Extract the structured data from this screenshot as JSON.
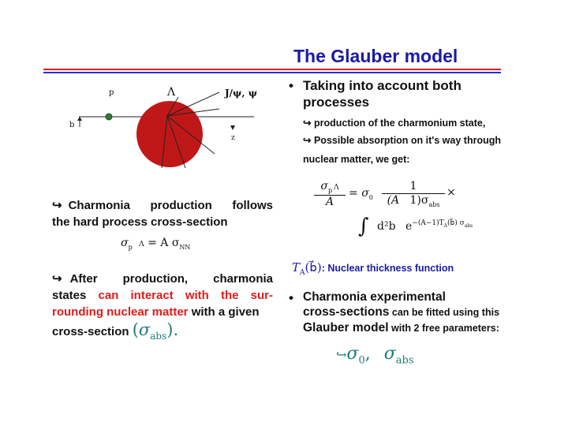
{
  "slide": {
    "title": "The Glauber model"
  },
  "diagram": {
    "label_p": "p",
    "label_Lambda": "Λ",
    "label_b": "b",
    "label_psi": "J/ψ, ψ",
    "label_z": "z",
    "colors": {
      "nucleus": "#c01818",
      "proton": "#2f7a2f",
      "line": "#222222"
    }
  },
  "left": {
    "block1": {
      "arrow": "↪",
      "line1": "Charmonia production follows",
      "line2": "the hard process cross-section",
      "formula_lhs": "σ",
      "formula_lhs_sub": "p",
      "formula_lhs_sub2": "Λ",
      "formula_rhs": "= A σ",
      "formula_rhs_sub": "NN"
    },
    "block2": {
      "arrow": "↪",
      "line1": "After production, charmonia",
      "line2_a": "states ",
      "line2_b": "can interact with the sur-",
      "line3_a": "rounding nuclear matter",
      "line3_b": " with a given",
      "line4_a": "cross-section ",
      "line4_paren_open": "(",
      "line4_sigma": "σ",
      "line4_sub": "abs",
      "line4_paren_close": ").",
      "colors": {
        "highlight": "#e01b1b",
        "teal": "#1f7a7a"
      }
    }
  },
  "right": {
    "bullet1": {
      "dot": "•",
      "head1": "Taking into account both",
      "head2": "processes",
      "sub1_arrow": "↪",
      "sub1": "production of the charmonium state,",
      "sub2_arrow": "↪",
      "sub2": "Possible absorption on it's way through",
      "sub3": "nuclear matter, we get:"
    },
    "equation": {
      "lhs_num": "σ",
      "lhs_num_sub": "p",
      "lhs_num_sub2": "Λ",
      "lhs_den": "A",
      "eq": "=",
      "sigma0": "σ",
      "sigma0_sub": "0",
      "frac_num": "1",
      "frac_den_a": "(A",
      "frac_den_b": "1)σ",
      "frac_den_sub": "abs",
      "times": "×",
      "integral": "∫",
      "d2b": "d²b",
      "exp_e": "e",
      "exp": "−(A−1)T",
      "exp_sub": "A",
      "exp_b": "(b⃗) σ",
      "exp_sub2": "abs"
    },
    "thickness": {
      "symbol": "T",
      "symbol_sub": "A",
      "symbol_arg": "(b⃗)",
      "text": ": Nuclear thickness function",
      "colors": {
        "text": "#1a1aa6"
      }
    },
    "bullet2": {
      "dot": "•",
      "line1": "Charmonia experimental",
      "line2_a": "cross-sections",
      "line2_b": " can be fitted using this",
      "line3_a": "Glauber model",
      "line3_b": " with 2 free parameters:",
      "params_arrow": "↪",
      "param1": "σ",
      "param1_sub": "0",
      "comma": ",",
      "param2": "σ",
      "param2_sub": "abs"
    }
  }
}
